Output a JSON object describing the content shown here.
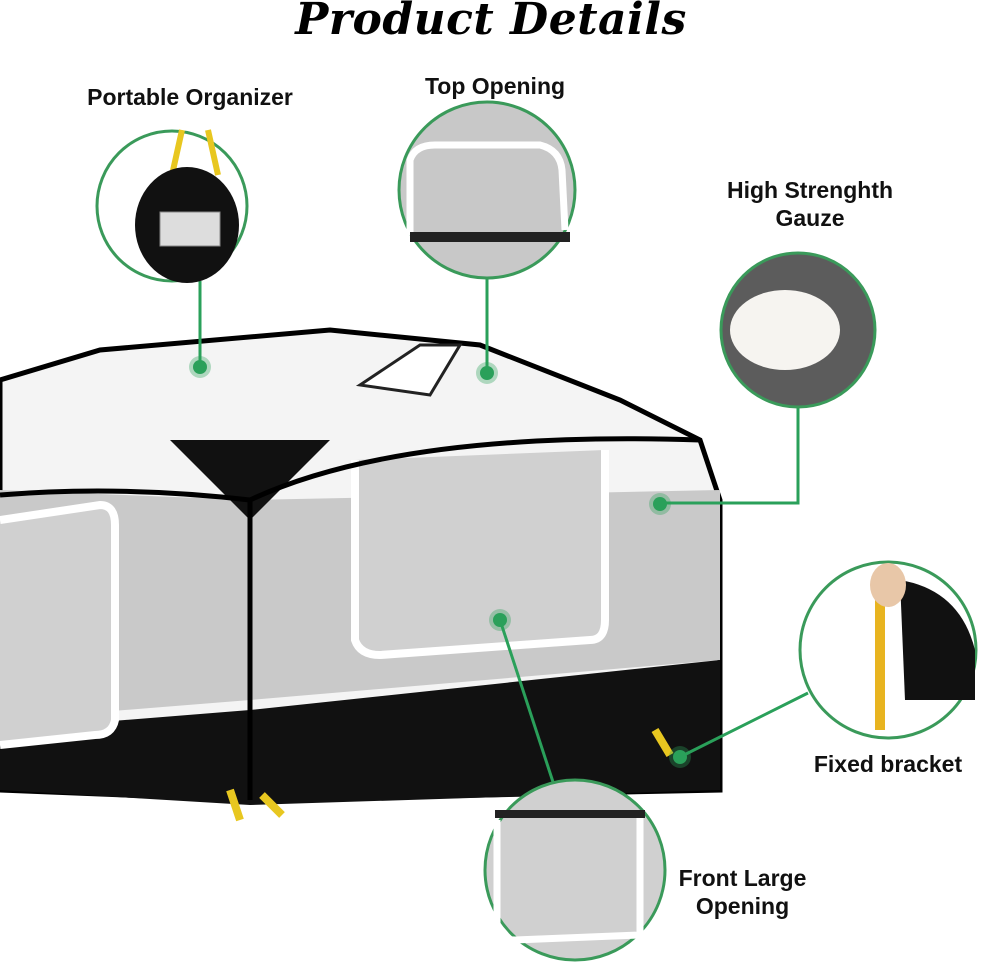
{
  "title": "Product Details",
  "features": [
    {
      "label": "Portable Organizer"
    },
    {
      "label": "Top Opening"
    },
    {
      "label_line1": "High Strenghth",
      "label_line2": "Gauze"
    },
    {
      "label": "Fixed bracket"
    },
    {
      "label_line1": "Front Large",
      "label_line2": "Opening"
    }
  ],
  "colors": {
    "accent": "#2aa05a",
    "ring": "#3a9a5a",
    "tent_black": "#111111",
    "mesh": "#bfbfbf"
  }
}
